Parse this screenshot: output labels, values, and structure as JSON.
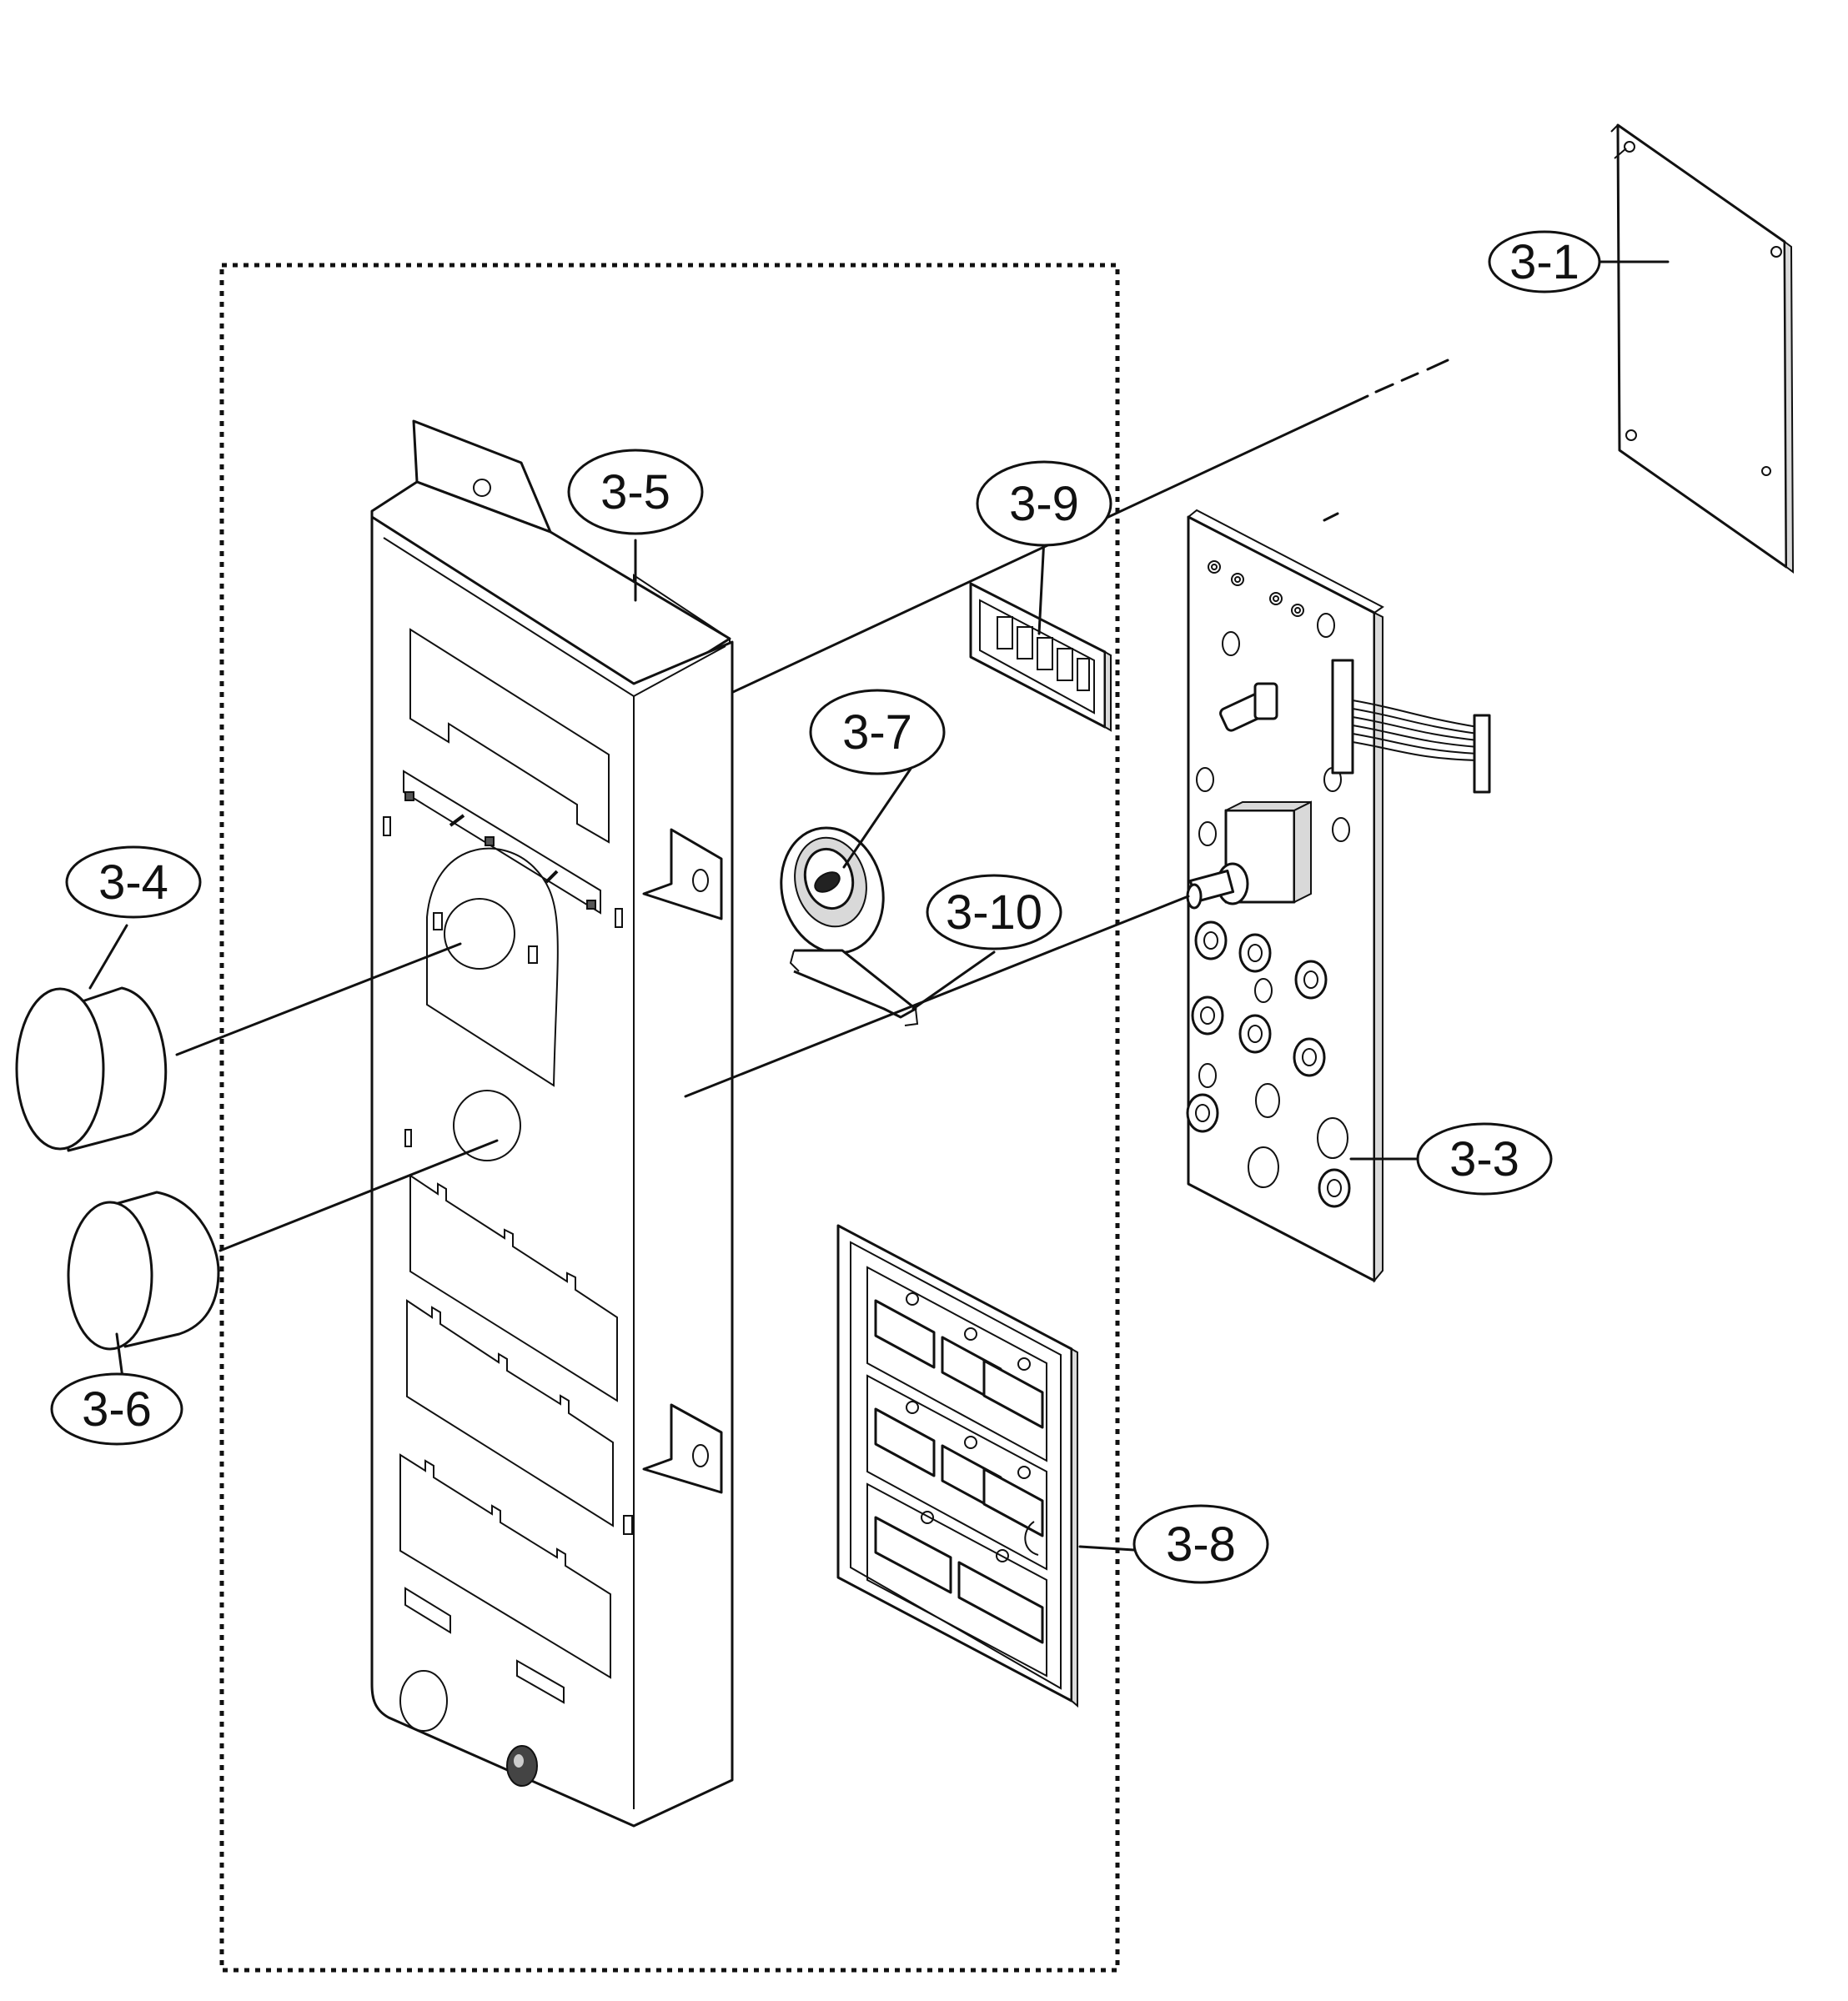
{
  "figure": {
    "type": "exploded-parts-diagram",
    "callouts": [
      {
        "id": "c31",
        "text": "3-1"
      },
      {
        "id": "c33",
        "text": "3-3"
      },
      {
        "id": "c34",
        "text": "3-4"
      },
      {
        "id": "c35",
        "text": "3-5"
      },
      {
        "id": "c36",
        "text": "3-6"
      },
      {
        "id": "c37",
        "text": "3-7"
      },
      {
        "id": "c38",
        "text": "3-8"
      },
      {
        "id": "c39",
        "text": "3-9"
      },
      {
        "id": "c310",
        "text": "3-10"
      }
    ]
  }
}
